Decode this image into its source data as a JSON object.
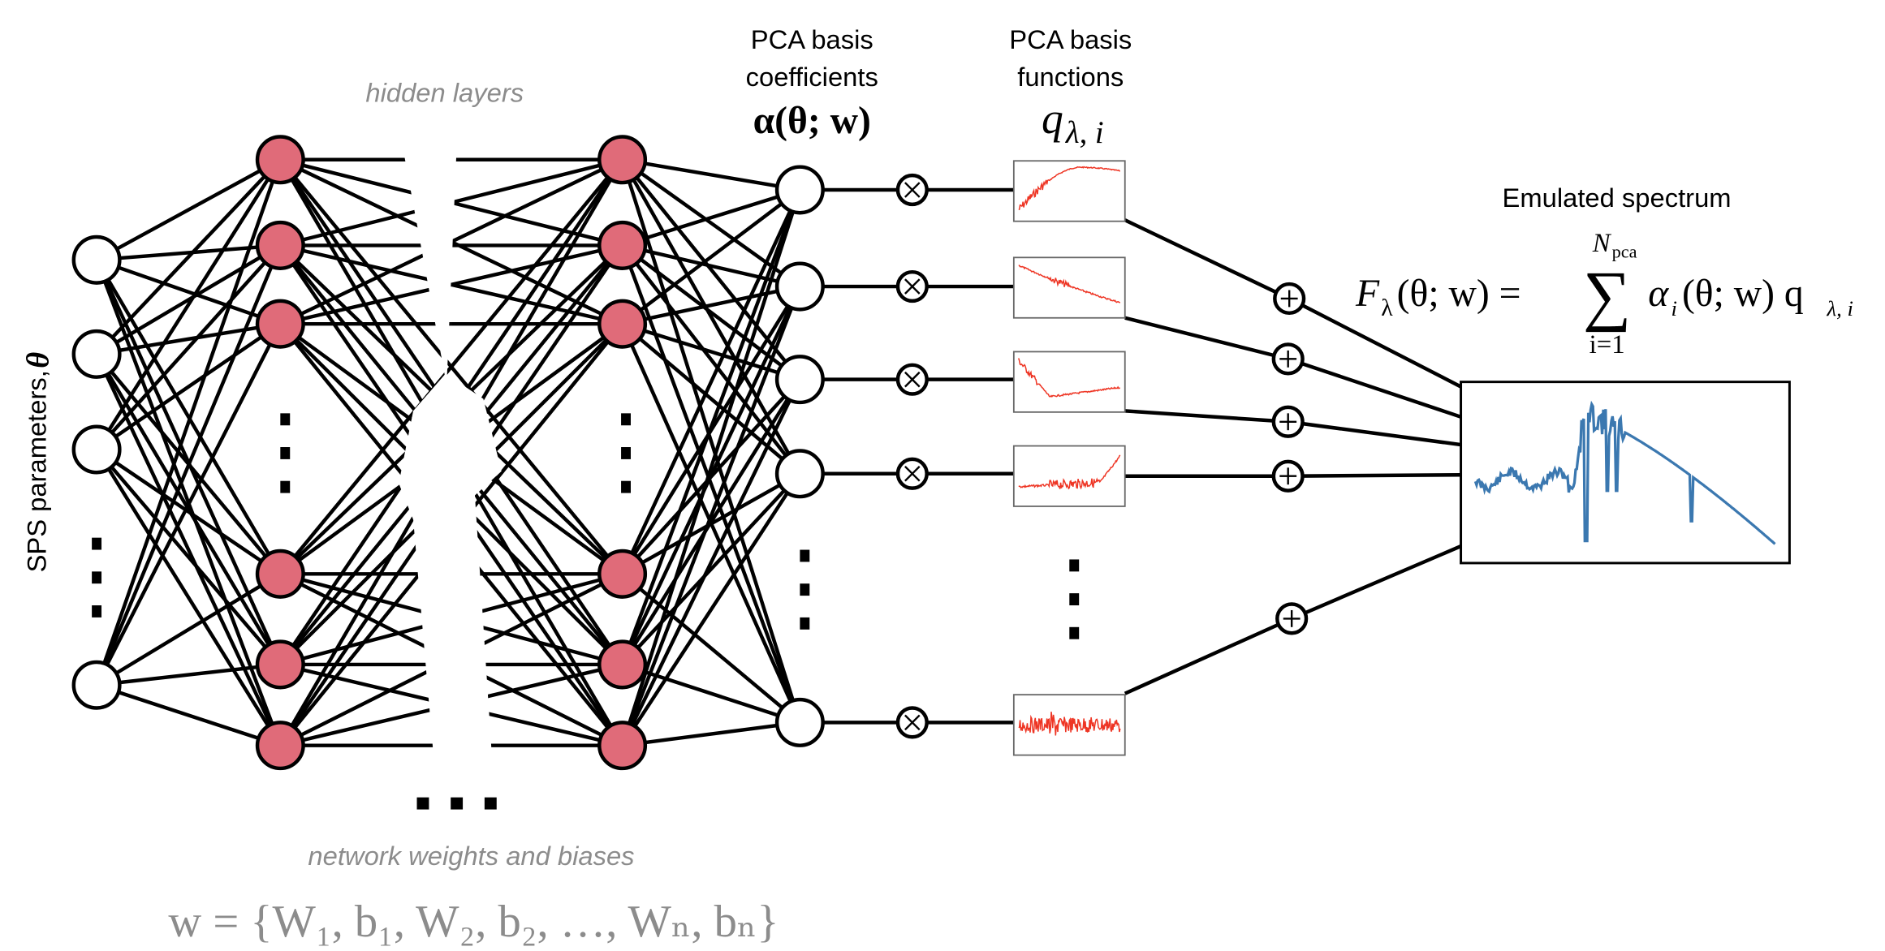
{
  "labels": {
    "hidden_layers": "hidden layers",
    "network_weights": "network weights and biases",
    "weights_formula": "w = {W₁, b₁, W₂, b₂, …, Wₙ, bₙ}",
    "sps_parameters": "SPS parameters,",
    "theta_symbol": "θ",
    "pca_coefficients_line1": "PCA basis",
    "pca_coefficients_line2": "coefficients",
    "pca_coefficients_math": "α(θ; w)",
    "pca_functions_line1": "PCA basis",
    "pca_functions_line2": "functions",
    "pca_functions_math": "q",
    "pca_functions_sub": "λ, i",
    "emulated_spectrum": "Emulated spectrum",
    "formula_lhs": "F",
    "formula_lhs_sub": "λ",
    "formula_lhs_args": "(θ; w) =",
    "formula_sum": "∑",
    "formula_sum_top": "N",
    "formula_sum_top_sub": "pca",
    "formula_sum_bottom": "i=1",
    "formula_rhs": "α",
    "formula_rhs_sub": "i",
    "formula_rhs_args": "(θ; w) q",
    "formula_rhs_sub2": "λ, i"
  },
  "colors": {
    "hidden_node": "#E06B79",
    "io_node": "#FFFFFF",
    "edge": "#000000",
    "basis_curve": "#EE3524",
    "spectrum_curve": "#3B78B0",
    "grey_text": "#8C8C8C"
  },
  "network": {
    "input_nodes": 4,
    "hidden_layer_nodes_shown": 6,
    "hidden_layers_shown": 2,
    "output_coefficient_nodes": 5,
    "basis_functions_shown": 5,
    "sum_operators": 5
  },
  "operators": {
    "multiply": "⊗",
    "add": "⊕"
  }
}
